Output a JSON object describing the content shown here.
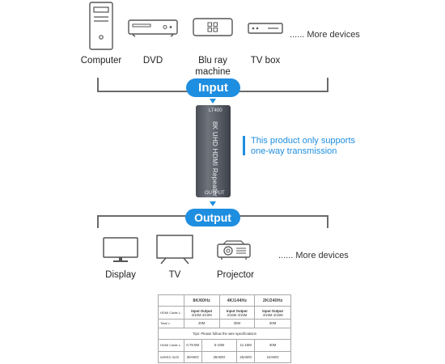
{
  "inputs": {
    "devices": [
      {
        "label": "Computer"
      },
      {
        "label": "DVD"
      },
      {
        "label": "Blu ray\nmachine"
      },
      {
        "label": "TV box"
      }
    ],
    "more_label": "...... More devices",
    "pill_label": "Input"
  },
  "repeater": {
    "top_label": "LT400",
    "model_text": "8K UHD HDMI Repeater",
    "bottom_label": "OUTPUT"
  },
  "note": {
    "line1": "This product only supports",
    "line2": "one-way transmission"
  },
  "outputs": {
    "pill_label": "Output",
    "devices": [
      {
        "label": "Display"
      },
      {
        "label": "TV"
      },
      {
        "label": "Projector"
      }
    ],
    "more_label": "...... More devices"
  },
  "spec_table": {
    "headers": [
      "8K/60Hz",
      "4K/144Hz",
      "2K/240Hz"
    ],
    "row_cable_label": "HDMI Cable L:",
    "io_label": "Input Output",
    "io_values": [
      "4/10M  4/10M",
      "4/15M  4/15M",
      "4/15M  4/15M"
    ],
    "total_label": "Total  L:",
    "total_values": [
      "20M",
      "30M",
      "30M"
    ],
    "tips": "Tips: Please follow the wire specifications",
    "cable_label": "HDMI Cable L:",
    "cable_values": [
      "0.75-5M",
      "5-10M",
      "11-15M",
      "30M"
    ],
    "wire_label": "WIRED SIZE",
    "wire_values": [
      "30AWG",
      "28AWG",
      "26AWG",
      "24AWG"
    ]
  }
}
